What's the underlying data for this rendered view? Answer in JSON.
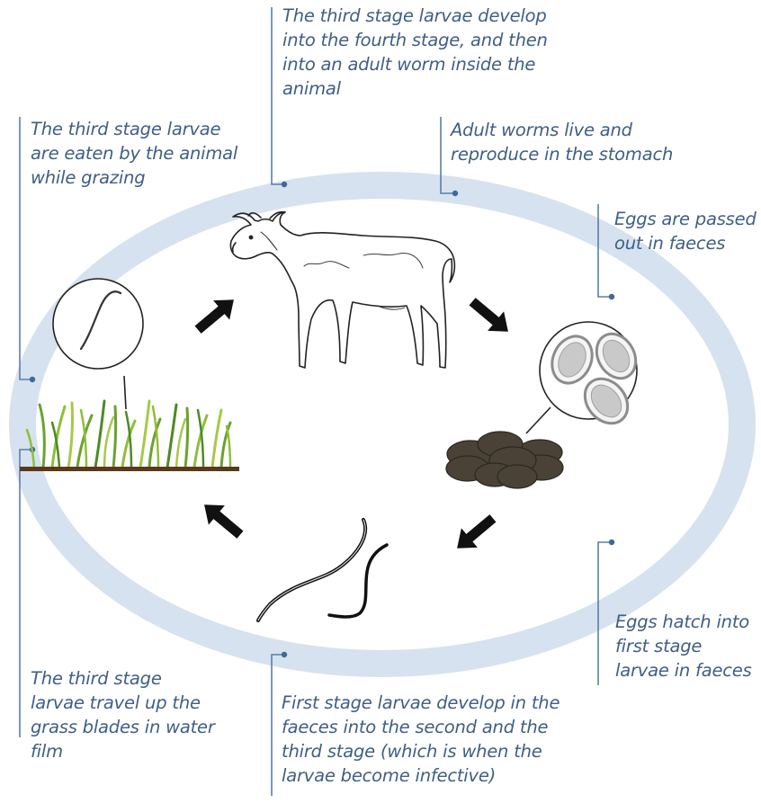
{
  "captions": {
    "fourth_stage": "The third stage larvae develop into the fourth stage, and then into an adult worm inside the animal",
    "eaten": "The third stage larvae are eaten by the animal while grazing",
    "adult": "Adult worms live and reproduce in the stomach",
    "eggs_passed": "Eggs are passed out in faeces",
    "eggs_hatch": "Eggs hatch into first stage larvae in faeces",
    "develop": "First stage larvae develop in the faeces into the second and the third stage (which is when the larvae become infective)",
    "travel": "The third stage larvae travel up the grass blades in water film"
  },
  "colors": {
    "ring": "#d6e2ef",
    "caption_text": "#3f5f85",
    "leader_line": "#5b7ea8",
    "arrow": "#111111",
    "faeces": "#4a4236",
    "soil": "#5a3a1a",
    "grass": "#8fbf3a",
    "egg_shell": "#b8b8b8"
  },
  "icons": [
    "goat-illustration",
    "eggs-magnified",
    "faeces-pile",
    "larvae-worms",
    "grass-with-larva"
  ]
}
